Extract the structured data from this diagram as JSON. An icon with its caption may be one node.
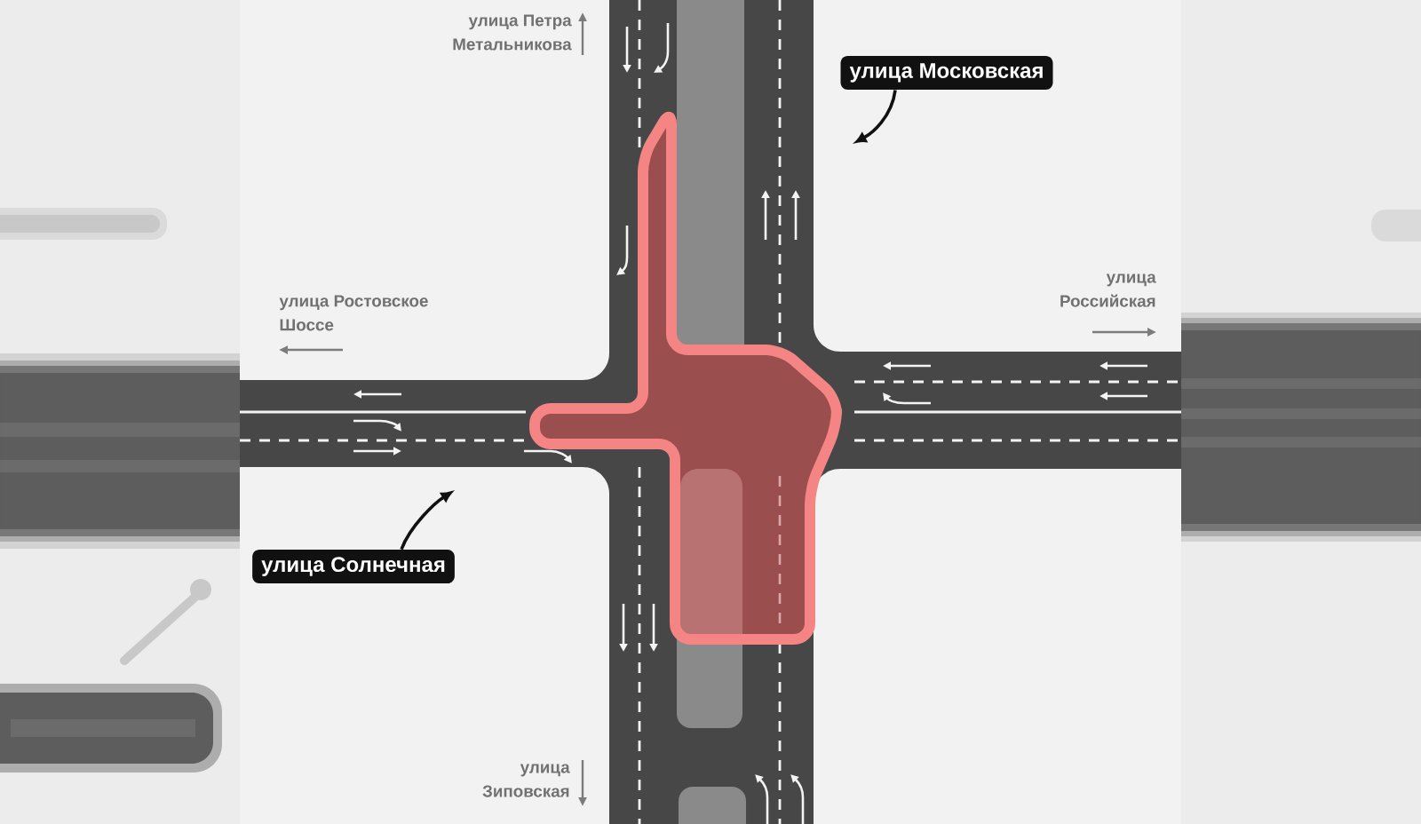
{
  "diagram": {
    "nodes": [
      {
        "text": [
          "улица Московская"
        ]
      },
      {
        "text": [
          "улица Солнечная"
        ]
      }
    ],
    "edges": [
      {
        "from": 0,
        "to": null,
        "arrow": "to"
      },
      {
        "from": 1,
        "to": null,
        "arrow": "to"
      }
    ],
    "labels": [
      "улица Петра Метальникова",
      "улица Ростовское Шоссе",
      "улица Российская",
      "улица Зиповская"
    ]
  }
}
